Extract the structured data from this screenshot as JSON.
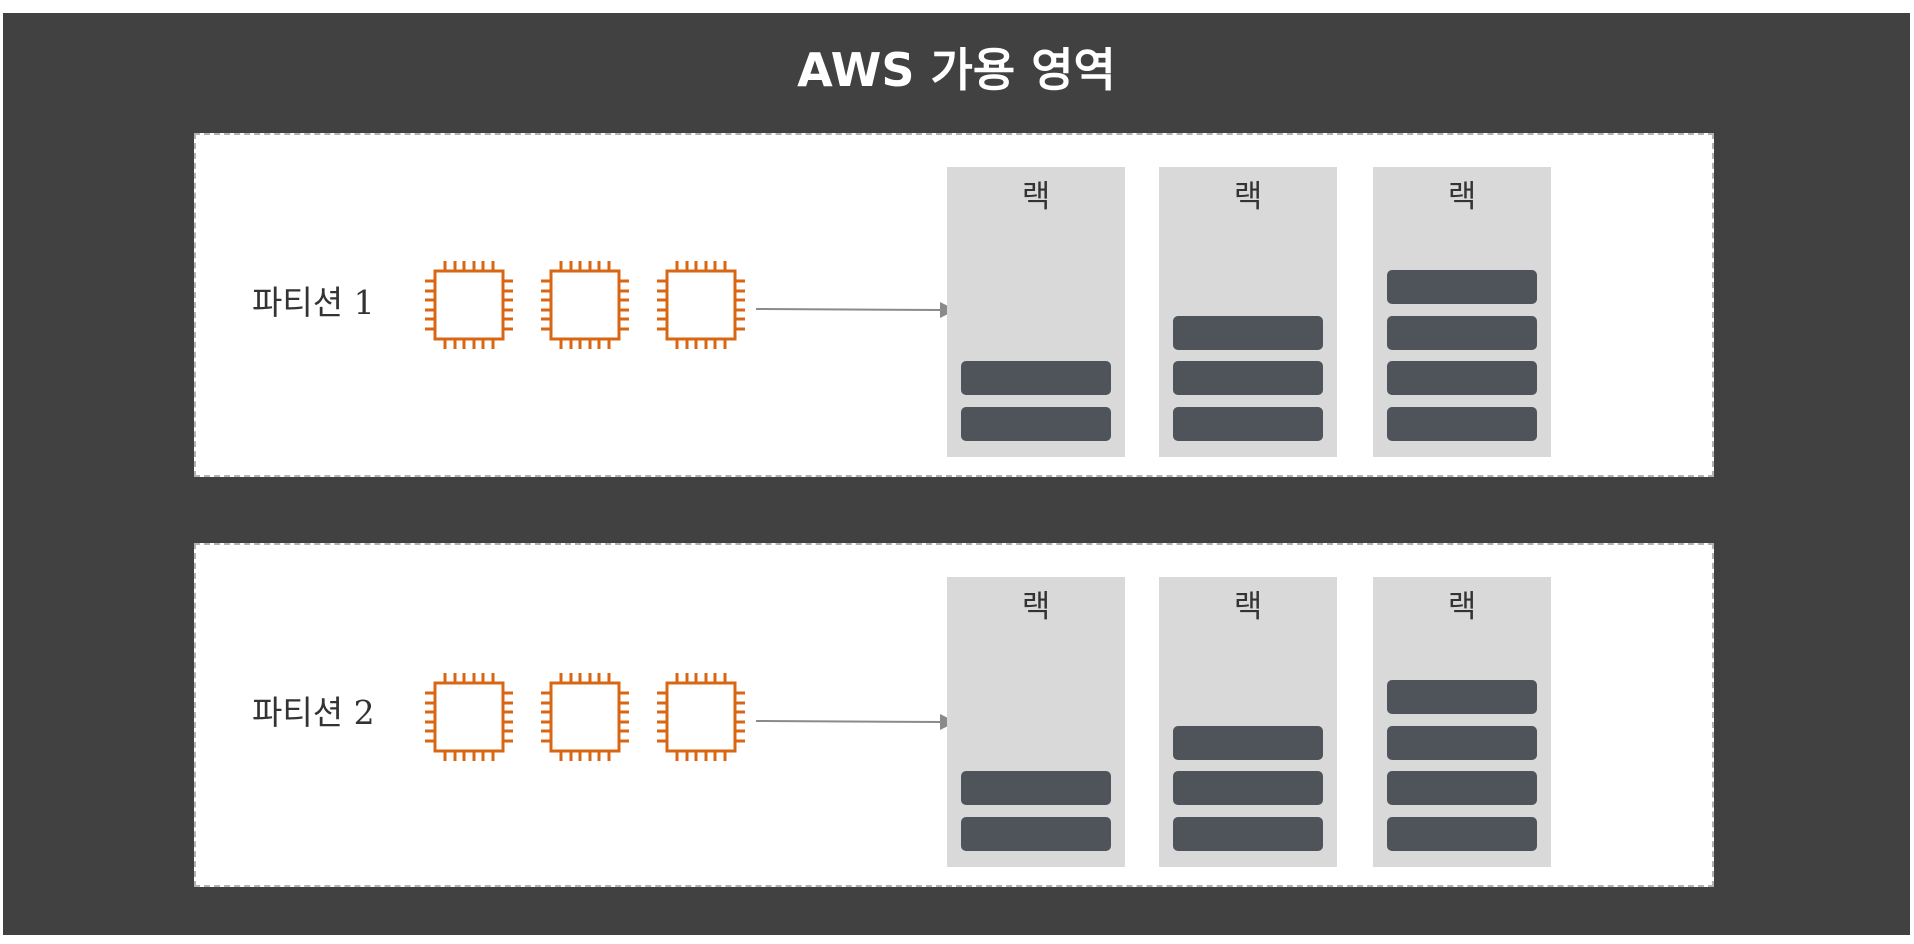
{
  "zone": {
    "title": "AWS 가용 영역",
    "background_color": "#414141"
  },
  "chip_color": "#D86613",
  "server_color": "#4f535a",
  "rack_color": "#d9d9d9",
  "partitions": [
    {
      "label": "파티션 1",
      "chip_icon": "ec2-instance-chip-icon",
      "chip_count": 3,
      "racks": [
        {
          "label": "랙",
          "server_count": 2
        },
        {
          "label": "랙",
          "server_count": 3
        },
        {
          "label": "랙",
          "server_count": 4
        }
      ]
    },
    {
      "label": "파티션 2",
      "chip_icon": "ec2-instance-chip-icon",
      "chip_count": 3,
      "racks": [
        {
          "label": "랙",
          "server_count": 2
        },
        {
          "label": "랙",
          "server_count": 3
        },
        {
          "label": "랙",
          "server_count": 4
        }
      ]
    }
  ]
}
